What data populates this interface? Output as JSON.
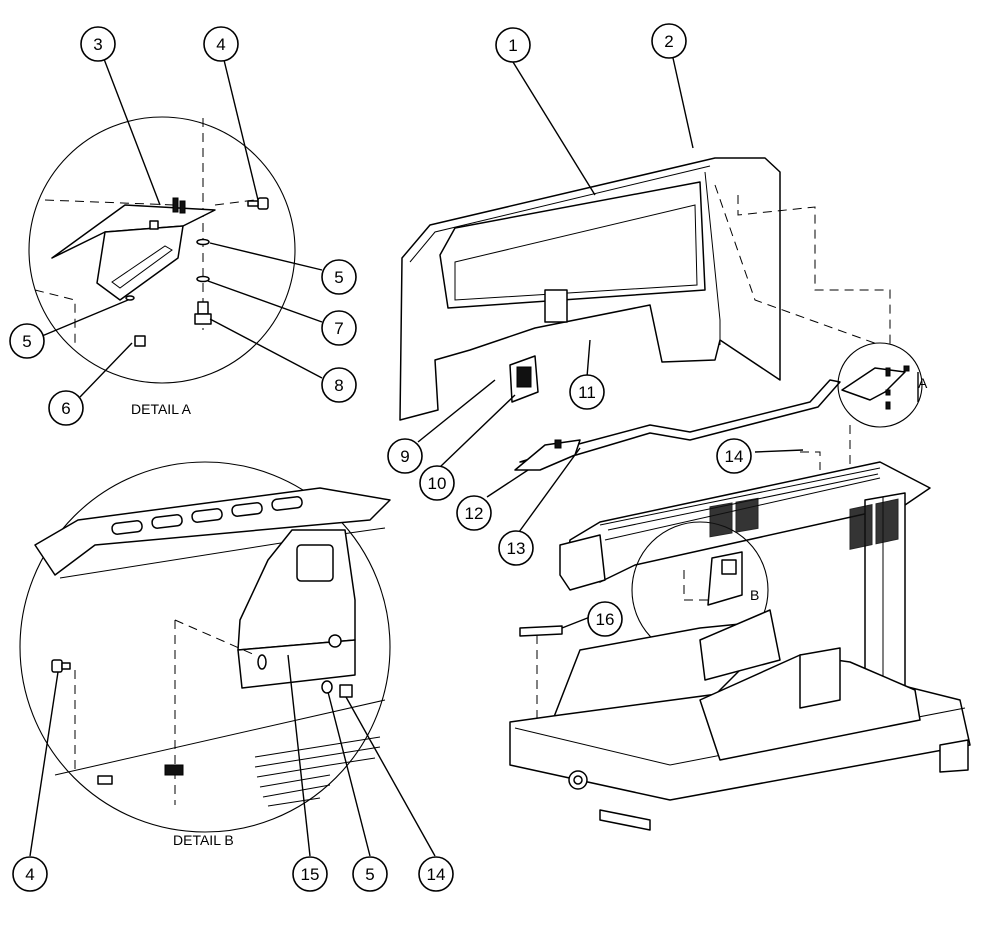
{
  "callouts": [
    {
      "id": "c1",
      "label": "1"
    },
    {
      "id": "c2",
      "label": "2"
    },
    {
      "id": "c3",
      "label": "3"
    },
    {
      "id": "c4a",
      "label": "4"
    },
    {
      "id": "c5a",
      "label": "5"
    },
    {
      "id": "c5b",
      "label": "5"
    },
    {
      "id": "c6",
      "label": "6"
    },
    {
      "id": "c7",
      "label": "7"
    },
    {
      "id": "c8",
      "label": "8"
    },
    {
      "id": "c9",
      "label": "9"
    },
    {
      "id": "c10",
      "label": "10"
    },
    {
      "id": "c11",
      "label": "11"
    },
    {
      "id": "c12",
      "label": "12"
    },
    {
      "id": "c13",
      "label": "13"
    },
    {
      "id": "c14a",
      "label": "14"
    },
    {
      "id": "c16",
      "label": "16"
    },
    {
      "id": "c4b",
      "label": "4"
    },
    {
      "id": "c15",
      "label": "15"
    },
    {
      "id": "c5c",
      "label": "5"
    },
    {
      "id": "c14b",
      "label": "14"
    }
  ],
  "labels": {
    "detail_a": "DETAIL A",
    "detail_b": "DETAIL B",
    "marker_a": "A",
    "marker_b": "B"
  }
}
